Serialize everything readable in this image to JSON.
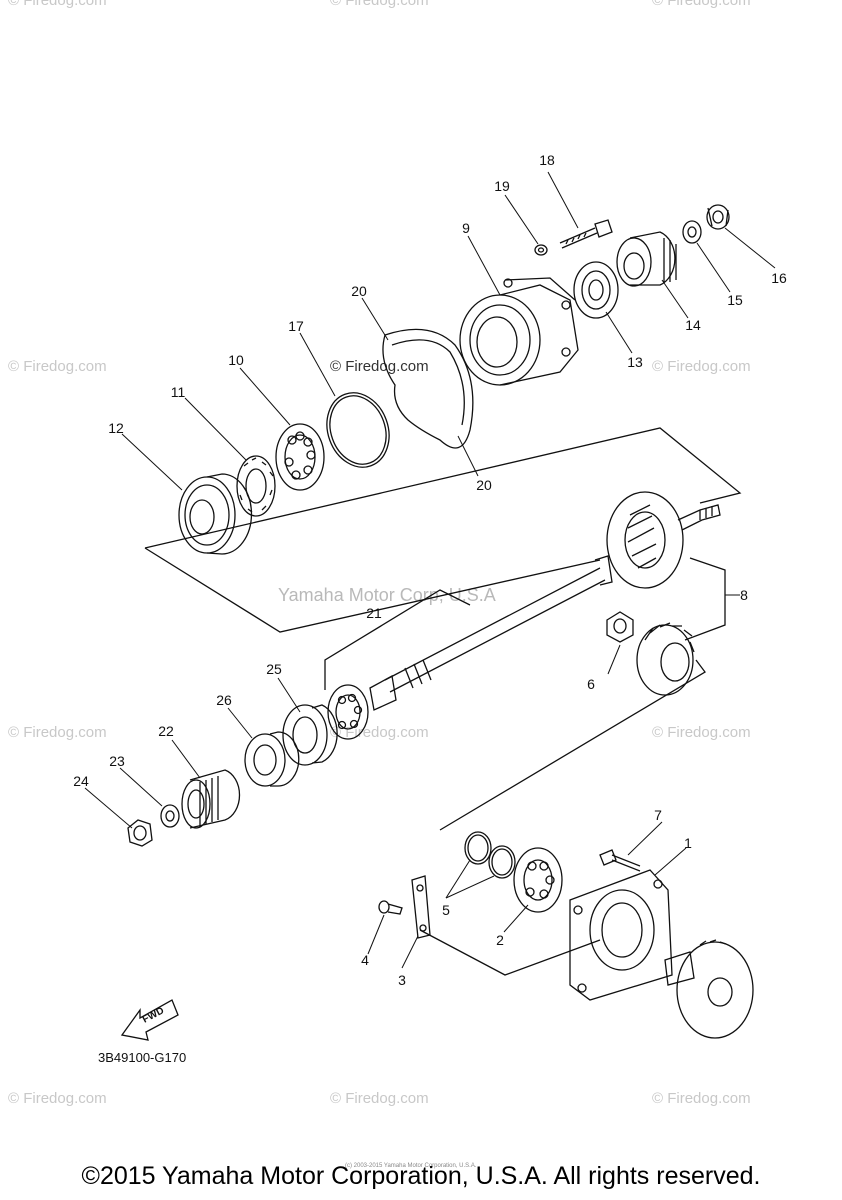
{
  "diagram": {
    "part_code": "3B49100-G170",
    "fwd_label": "FWD",
    "callouts": [
      "1",
      "2",
      "3",
      "4",
      "5",
      "6",
      "7",
      "8",
      "9",
      "10",
      "11",
      "12",
      "13",
      "14",
      "15",
      "16",
      "17",
      "18",
      "19",
      "20",
      "20",
      "21",
      "22",
      "23",
      "24",
      "25",
      "26"
    ]
  },
  "watermarks": {
    "site": "© Firedog.com",
    "center": "Yamaha Motor Corp, U.S.A"
  },
  "footer": {
    "copyright": "©2015 Yamaha Motor Corporation, U.S.A. All rights reserved.",
    "micro": "(c) 2003-2015 Yamaha Motor Corporation, U.S.A."
  },
  "colors": {
    "line": "#111111",
    "watermark": "#c8c8c8",
    "background": "#ffffff"
  }
}
